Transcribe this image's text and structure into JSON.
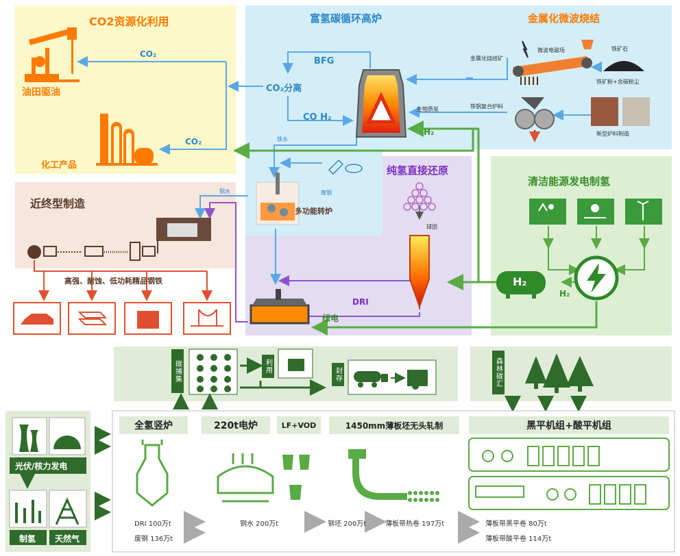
{
  "titles": {
    "co2": "CO2资源化利用",
    "furnace": "富氢碳循环高炉",
    "sinter": "金属化微波烧结",
    "nearnet": "近终型制造",
    "dri_panel": "纯氢直接还原",
    "clean": "清洁能源发电制氢"
  },
  "co2_panel": {
    "oil": "油田驱油",
    "chem": "化工产品",
    "co2_top": "CO₂",
    "co2_bottom": "CO₂"
  },
  "furnace_panel": {
    "bfg": "BFG",
    "co2_sep": "CO₂分离",
    "co_h2": "CO  H₂",
    "h2": "H₂",
    "iron_water": "铁水",
    "biomass": "生物质炭",
    "converter": "多功能转炉",
    "scrap": "废钢",
    "steel_water": "钢水"
  },
  "sinter_panel": {
    "metal_ore": "金属化烧结矿",
    "microwave": "微波电磁场",
    "iron_ore": "铁矿石",
    "ore_powder": "铁矿粉+含碳粉尘",
    "composite": "铁钢复合炉料",
    "new_burden": "新型炉料制造"
  },
  "dri_panel": {
    "pellet": "球团",
    "dri": "DRI",
    "green_power": "绿电"
  },
  "clean_panel": {
    "h2_tank": "H₂",
    "h2_label": "H₂"
  },
  "nearnet_panel": {
    "products": "高强、耐蚀、低功耗精品钢铁"
  },
  "capture": {
    "ccus": "碳捕集",
    "use": "利用",
    "store": "封存",
    "forest": "森林碳汇"
  },
  "power": {
    "pv_nuclear": "光伏/核力发电",
    "h2_make": "制氢",
    "gas": "天然气"
  },
  "process": {
    "shaft": "全氢竖炉",
    "eaf": "220t电炉",
    "lf": "LF+VOD",
    "caster": "1450mm薄板坯无头轧制",
    "mill": "黑平机组+酸平机组"
  },
  "outputs": {
    "dri": "DRI 100万t",
    "scrap": "废钢 136万t",
    "steel": "钢水 200万t",
    "slab": "钢坯 200万t",
    "coil": "薄板带热卷 197万t",
    "black": "薄板带黑平卷 80万t",
    "acid": "薄板带酸平卷 114万t"
  },
  "colors": {
    "co2_bg": "#fdf8c8",
    "furnace_bg": "#d3eef8",
    "nearnet_bg": "#f7e6dc",
    "dri_bg": "#e3dcf3",
    "clean_bg": "#dcefd3",
    "bottom_bg": "#e1ecd8",
    "orange": "#ff7a00",
    "blue": "#5aa7e6",
    "green": "#5aaa45",
    "purple": "#8a55c8",
    "red": "#e05030"
  }
}
